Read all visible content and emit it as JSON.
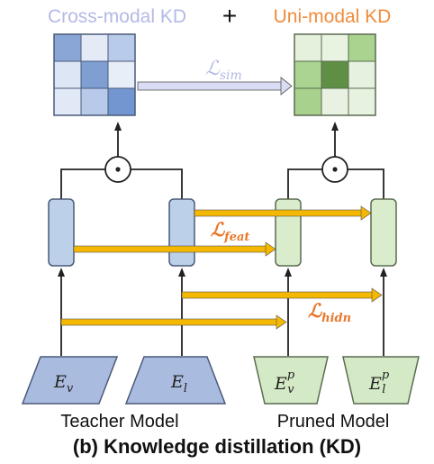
{
  "title": {
    "cross_label": "Cross-modal KD",
    "plus": "+",
    "uni_label": "Uni-modal KD"
  },
  "loss": {
    "sim": {
      "symbol": "ℒ",
      "sub": "sim"
    },
    "feat": {
      "symbol": "ℒ",
      "sub": "feat"
    },
    "hidn": {
      "symbol": "ℒ",
      "sub": "hidn"
    }
  },
  "operator": "⊙",
  "encoders": {
    "teacher_vision": {
      "base": "E",
      "sub": "v",
      "sup": ""
    },
    "teacher_language": {
      "base": "E",
      "sub": "l",
      "sup": ""
    },
    "pruned_vision": {
      "base": "E",
      "sub": "v",
      "sup": "p"
    },
    "pruned_language": {
      "base": "E",
      "sub": "l",
      "sup": "p"
    }
  },
  "labels": {
    "teacher": "Teacher Model",
    "pruned": "Pruned Model",
    "caption": "(b) Knowledge distillation (KD)"
  },
  "colors": {
    "cross_title": "#b4b9e6",
    "uni_title": "#f08c3c",
    "loss_text": "#e8782c",
    "blue_encoder": "#aabbe0",
    "green_encoder": "#d4e9c5",
    "blue_feature": "#bcd0ea",
    "green_feature": "#d9eccb",
    "yellow_arrow": "#f5b800"
  }
}
